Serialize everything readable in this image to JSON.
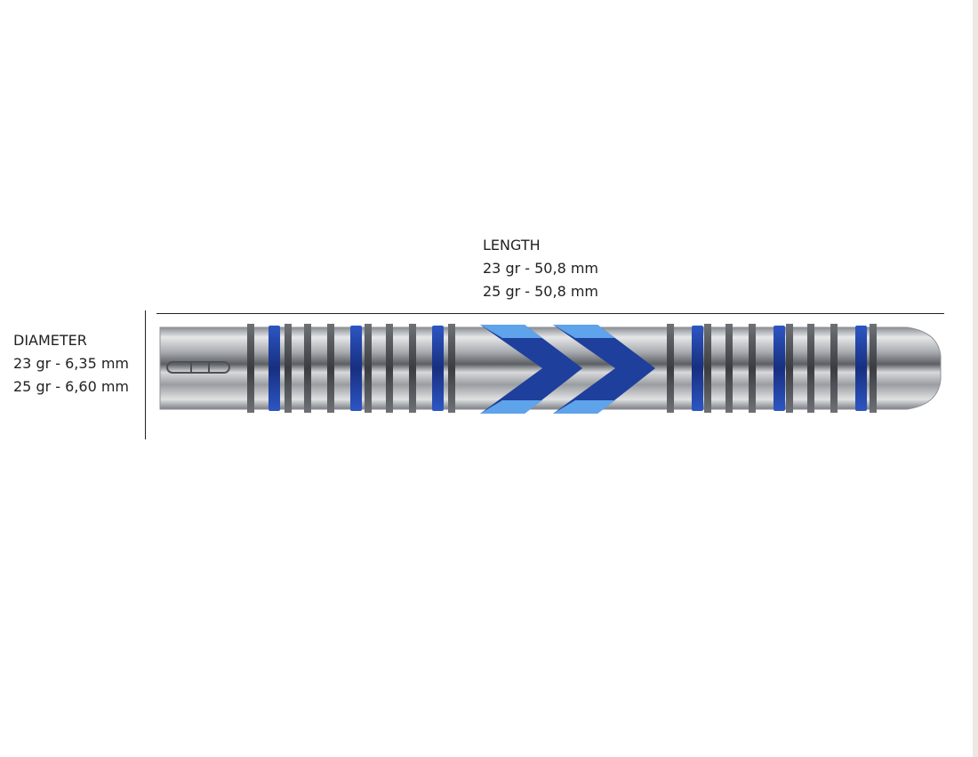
{
  "length": {
    "heading": "LENGTH",
    "lines": [
      "23 gr - 50,8 mm",
      "25 gr - 50,8 mm"
    ]
  },
  "diameter": {
    "heading": "DIAMETER",
    "lines": [
      "23 gr - 6,35 mm",
      "25 gr - 6,60 mm"
    ]
  },
  "dart": {
    "barrel_color": "#c9cacc",
    "ring_color": "#1e3fa0",
    "chevron_dark": "#1a3a9a",
    "chevron_light": "#4a90e0"
  }
}
